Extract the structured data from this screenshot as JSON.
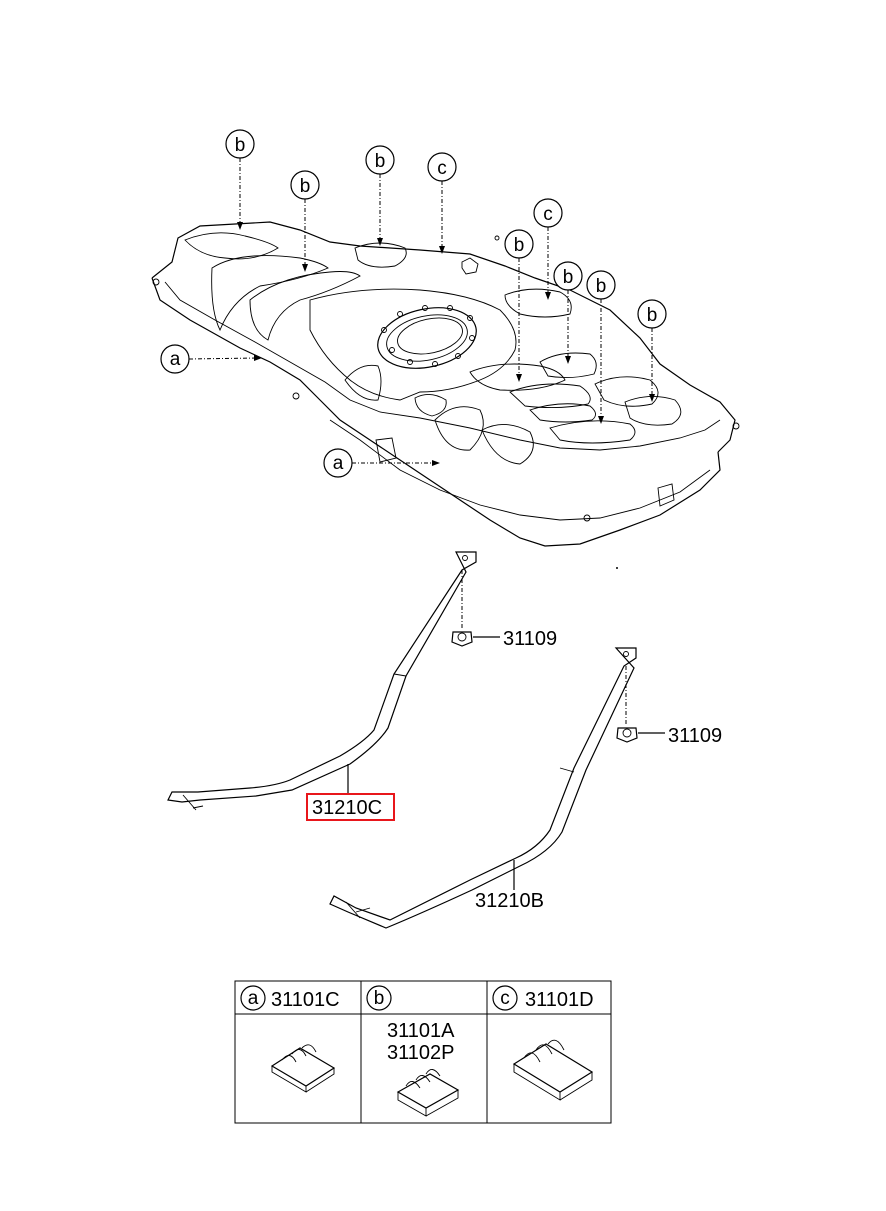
{
  "parts": {
    "bolt_left": "31109",
    "bolt_right": "31109",
    "strap_left": "31210C",
    "strap_right": "31210B"
  },
  "highlight_color": "#e8161b",
  "callouts": {
    "a": "a",
    "b": "b",
    "c": "c"
  },
  "legend_table": {
    "col_a": {
      "letter": "a",
      "parts": [
        "31101C"
      ]
    },
    "col_b": {
      "letter": "b",
      "parts": [
        "31101A",
        "31102P"
      ]
    },
    "col_c": {
      "letter": "c",
      "parts": [
        "31101D"
      ]
    }
  }
}
